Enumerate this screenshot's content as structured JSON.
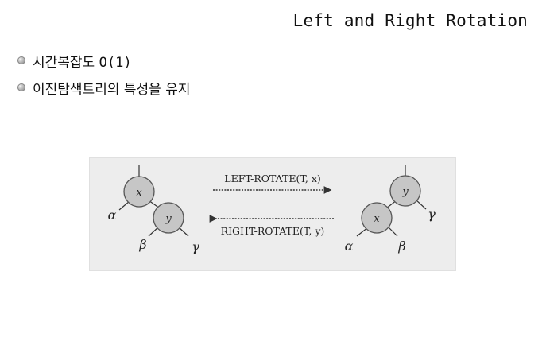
{
  "slide": {
    "title": "Left and Right Rotation",
    "bullets": [
      {
        "prefix": "시간복잡도 ",
        "mono": "O(1)"
      },
      {
        "prefix": "이진탐색트리의 특성을 유지",
        "mono": ""
      }
    ]
  },
  "diagram": {
    "left_tree": {
      "root": "x",
      "child": "y",
      "subtrees": [
        "α",
        "β",
        "γ"
      ]
    },
    "right_tree": {
      "root": "y",
      "child": "x",
      "subtrees": [
        "α",
        "β",
        "γ"
      ]
    },
    "left_rotate_label": "LEFT-ROTATE(T, x)",
    "right_rotate_label": "RIGHT-ROTATE(T, y)"
  }
}
